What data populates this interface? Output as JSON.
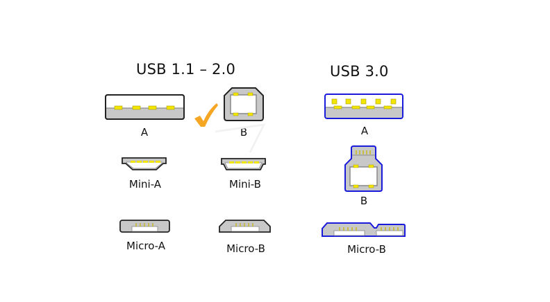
{
  "groups": {
    "usb2": {
      "title": "USB 1.1 – 2.0",
      "connectors": {
        "a": "A",
        "b": "B",
        "mini_a": "Mini-A",
        "mini_b": "Mini-B",
        "micro_a": "Micro-A",
        "micro_b": "Micro-B"
      }
    },
    "usb3": {
      "title": "USB 3.0",
      "connectors": {
        "a": "A",
        "b": "B",
        "micro_b": "Micro-B"
      }
    }
  },
  "colors": {
    "usb2_outline": "#222222",
    "usb3_outline": "#1a1adb",
    "body_gray": "#c8c8c8",
    "pin_yellow": "#f2e600",
    "check_orange": "#f5a623"
  },
  "icons": {
    "checkmark": "check-icon"
  }
}
